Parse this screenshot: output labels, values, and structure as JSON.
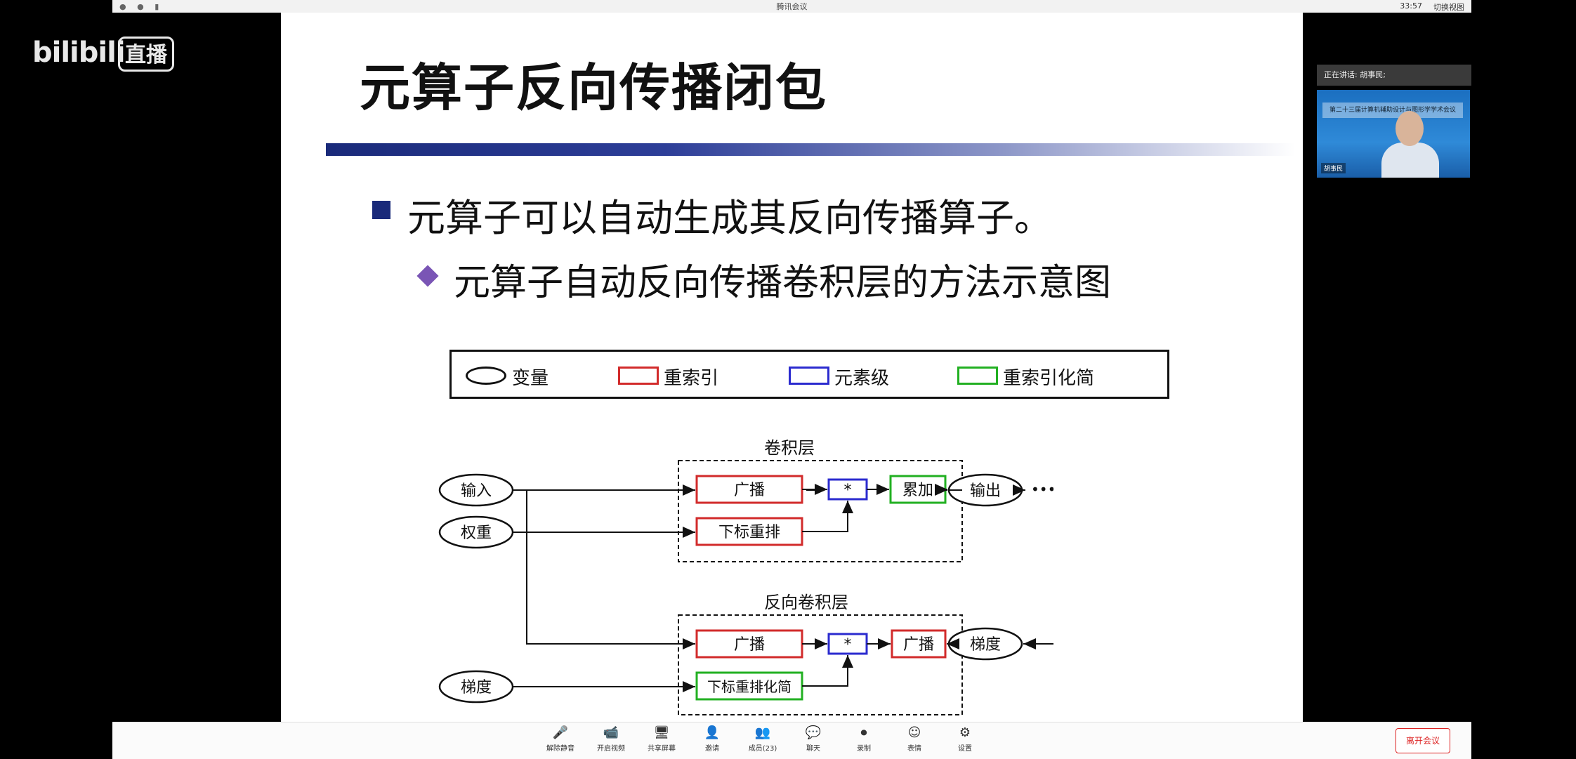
{
  "window": {
    "title": "腾讯会议",
    "time": "33:57",
    "view_switch": "切换视图",
    "status_icons": "● ● ▮"
  },
  "overlay": {
    "logo_text": "bilibili",
    "logo_badge": "直播"
  },
  "slide": {
    "title": "元算子反向传播闭包",
    "bullet1": "元算子可以自动生成其反向传播算子。",
    "bullet2": "元算子自动反向传播卷积层的方法示意图",
    "legend": [
      {
        "label": "变量",
        "shape": "ellipse",
        "color": "#111111"
      },
      {
        "label": "重索引",
        "shape": "rect",
        "color": "#d22b2b"
      },
      {
        "label": "元素级",
        "shape": "rect",
        "color": "#2b2bcf"
      },
      {
        "label": "重索引化简",
        "shape": "rect",
        "color": "#22b022"
      }
    ],
    "diagram": {
      "conv_label": "卷积层",
      "back_conv_label": "反向卷积层",
      "input": "输入",
      "weight": "权重",
      "broadcast": "广播",
      "index_reorder": "下标重排",
      "multiply": "*",
      "accumulate": "累加",
      "output": "输出",
      "ellipsis": "••••••",
      "gradient": "梯度",
      "index_reorder_simplify": "下标重排化简"
    }
  },
  "speaker": {
    "label": "正在讲话: 胡事民;",
    "banner": "第二十三届计算机辅助设计与图形学学术会议",
    "name": "胡事民"
  },
  "toolbar": {
    "items": [
      {
        "icon": "mic-off-icon",
        "glyph": "🎤",
        "label": "解除静音"
      },
      {
        "icon": "video-off-icon",
        "glyph": "📹",
        "label": "开启视频"
      },
      {
        "icon": "screen-share-icon",
        "glyph": "🖥",
        "label": "共享屏幕"
      },
      {
        "icon": "invite-icon",
        "glyph": "👤",
        "label": "邀请"
      },
      {
        "icon": "members-icon",
        "glyph": "👥",
        "label": "成员(23)"
      },
      {
        "icon": "chat-icon",
        "glyph": "💬",
        "label": "聊天"
      },
      {
        "icon": "record-icon",
        "glyph": "⏺",
        "label": "录制"
      },
      {
        "icon": "emoji-icon",
        "glyph": "☺",
        "label": "表情"
      },
      {
        "icon": "settings-icon",
        "glyph": "⚙",
        "label": "设置"
      }
    ],
    "leave": "离开会议"
  }
}
